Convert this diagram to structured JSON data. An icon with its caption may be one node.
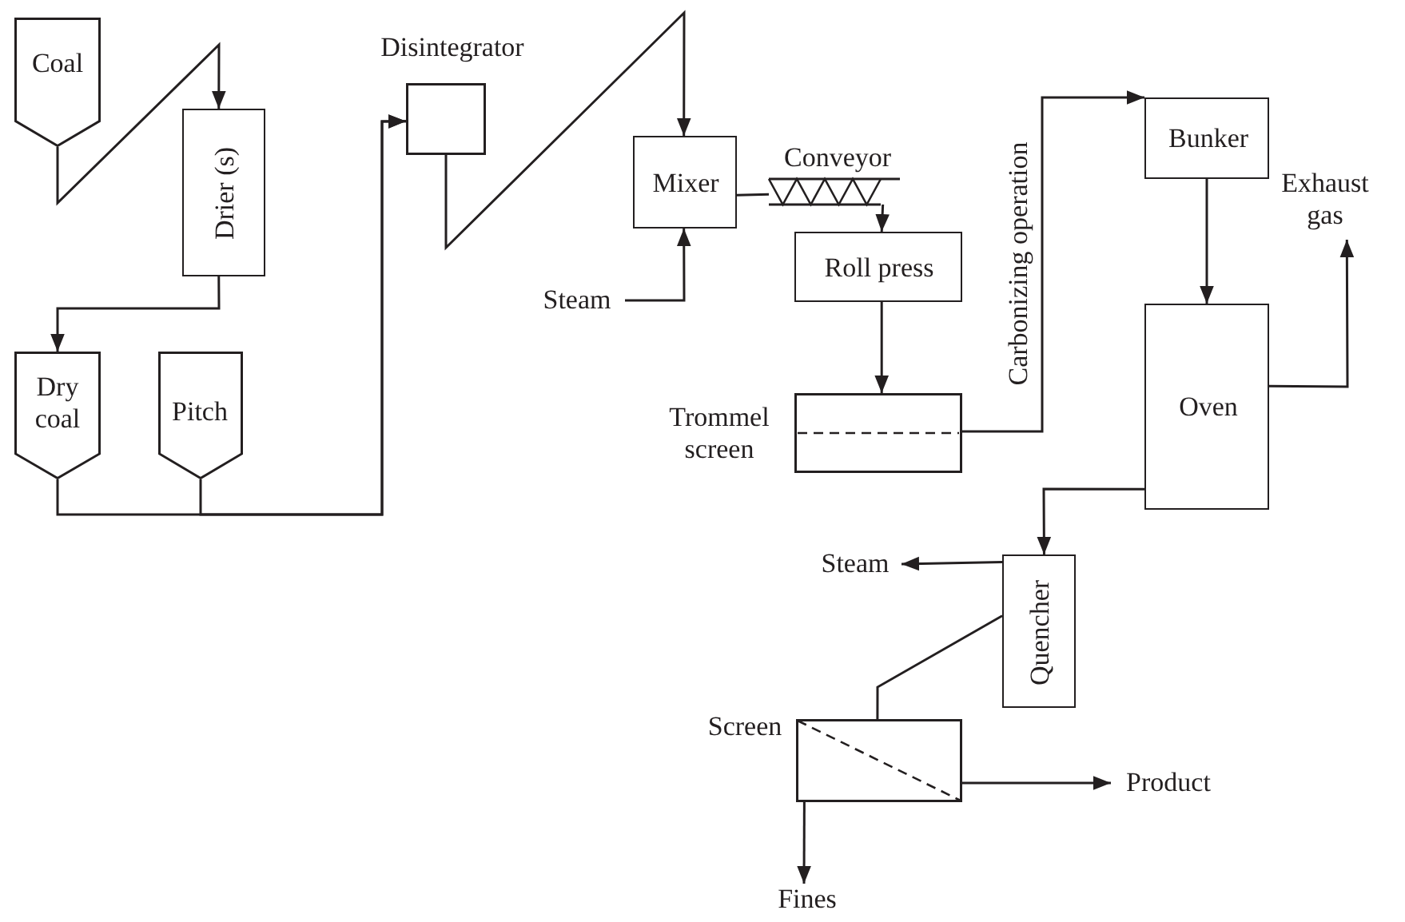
{
  "diagram": {
    "nodes": [
      {
        "text": [
          "Coal"
        ]
      },
      {
        "text": [
          "Drier (s)"
        ]
      },
      {
        "text": [
          "Dry coal"
        ]
      },
      {
        "text": [
          "Pitch"
        ]
      },
      {
        "text": [
          "Disintegrator"
        ]
      },
      {
        "text": [
          "Mixer"
        ]
      },
      {
        "text": [
          "Steam"
        ]
      },
      {
        "text": [
          "Conveyor"
        ]
      },
      {
        "text": [
          "Roll press"
        ]
      },
      {
        "text": [
          "Trommel screen"
        ]
      },
      {
        "text": [
          "Bunker"
        ]
      },
      {
        "text": [
          "Oven"
        ]
      },
      {
        "text": [
          "Exhaust gas"
        ]
      },
      {
        "text": [
          "Quencher"
        ]
      },
      {
        "text": [
          "Steam"
        ]
      },
      {
        "text": [
          "Screen"
        ]
      },
      {
        "text": [
          "Product"
        ]
      },
      {
        "text": [
          "Fines"
        ]
      }
    ],
    "edges": [
      {
        "from": 0,
        "to": 1,
        "arrow": "to"
      },
      {
        "from": 1,
        "to": 2,
        "arrow": "to"
      },
      {
        "from": 2,
        "to": 4,
        "arrow": "to"
      },
      {
        "from": 3,
        "to": 4,
        "arrow": "to"
      },
      {
        "from": 4,
        "to": 5,
        "arrow": "to"
      },
      {
        "from": 6,
        "to": 5,
        "arrow": "to"
      },
      {
        "from": 5,
        "to": 7,
        "arrow": "none"
      },
      {
        "from": 7,
        "to": 8,
        "arrow": "to"
      },
      {
        "from": 8,
        "to": 9,
        "arrow": "to"
      },
      {
        "from": 9,
        "to": 10,
        "arrow": "to",
        "label": "Carbonizing operation"
      },
      {
        "from": 10,
        "to": 11,
        "arrow": "to"
      },
      {
        "from": 11,
        "to": 12,
        "arrow": "to"
      },
      {
        "from": 11,
        "to": 13,
        "arrow": "to"
      },
      {
        "from": 13,
        "to": 14,
        "arrow": "to"
      },
      {
        "from": 13,
        "to": 15,
        "arrow": "none"
      },
      {
        "from": 15,
        "to": 16,
        "arrow": "to"
      },
      {
        "from": 15,
        "to": 17,
        "arrow": "to"
      }
    ]
  }
}
